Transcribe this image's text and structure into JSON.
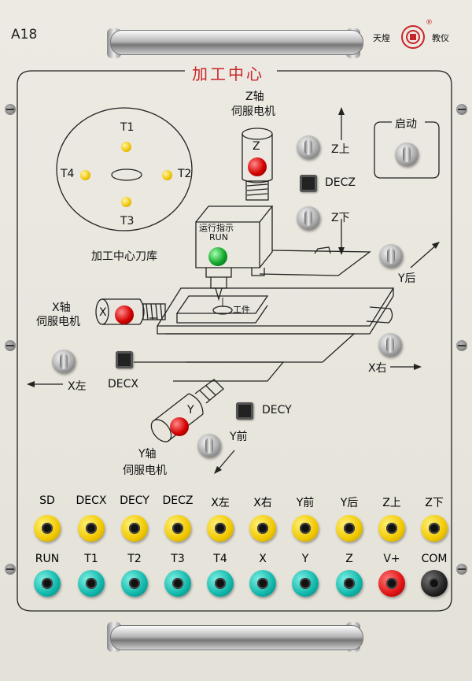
{
  "panel": {
    "model": "A18",
    "title": "加工中心",
    "brand_left": "天煌",
    "brand_right": "教仪"
  },
  "diagram": {
    "z_motor": "Z轴\n伺服电机",
    "z_motor_line1": "Z轴",
    "z_motor_line2": "伺服电机",
    "z_cap": "Z",
    "x_motor_line1": "X轴",
    "x_motor_line2": "伺服电机",
    "x_cap": "X",
    "y_motor_line1": "Y轴",
    "y_motor_line2": "伺服电机",
    "y_cap": "Y",
    "run_line1": "运行指示",
    "run_line2": "RUN",
    "tool_library": "加工中心刀库",
    "workpiece": "工件",
    "t1": "T1",
    "t2": "T2",
    "t3": "T3",
    "t4": "T4",
    "start": "启动",
    "z_up": "Z上",
    "z_down": "Z下",
    "y_back": "Y后",
    "x_right": "X右",
    "x_left": "X左",
    "y_front": "Y前",
    "decz": "DECZ",
    "decx": "DECX",
    "decy": "DECY"
  },
  "jacks_top": [
    {
      "label": "SD",
      "color": "#f1c800"
    },
    {
      "label": "DECX",
      "color": "#f1c800"
    },
    {
      "label": "DECY",
      "color": "#f1c800"
    },
    {
      "label": "DECZ",
      "color": "#f1c800"
    },
    {
      "label": "X左",
      "color": "#f1c800"
    },
    {
      "label": "X右",
      "color": "#f1c800"
    },
    {
      "label": "Y前",
      "color": "#f1c800"
    },
    {
      "label": "Y后",
      "color": "#f1c800"
    },
    {
      "label": "Z上",
      "color": "#f1c800"
    },
    {
      "label": "Z下",
      "color": "#f1c800"
    }
  ],
  "jacks_bottom": [
    {
      "label": "RUN",
      "color": "#10b6aa"
    },
    {
      "label": "T1",
      "color": "#10b6aa"
    },
    {
      "label": "T2",
      "color": "#10b6aa"
    },
    {
      "label": "T3",
      "color": "#10b6aa"
    },
    {
      "label": "T4",
      "color": "#10b6aa"
    },
    {
      "label": "X",
      "color": "#10b6aa"
    },
    {
      "label": "Y",
      "color": "#10b6aa"
    },
    {
      "label": "Z",
      "color": "#10b6aa"
    },
    {
      "label": "V+",
      "color": "#e01212"
    },
    {
      "label": "COM",
      "color": "#222222"
    }
  ],
  "colors": {
    "title_red": "#c8252a",
    "panel_bg": "#e9e7de",
    "led_yellow": "#f0c400",
    "led_red": "#d40000",
    "led_green": "#12a52a"
  }
}
